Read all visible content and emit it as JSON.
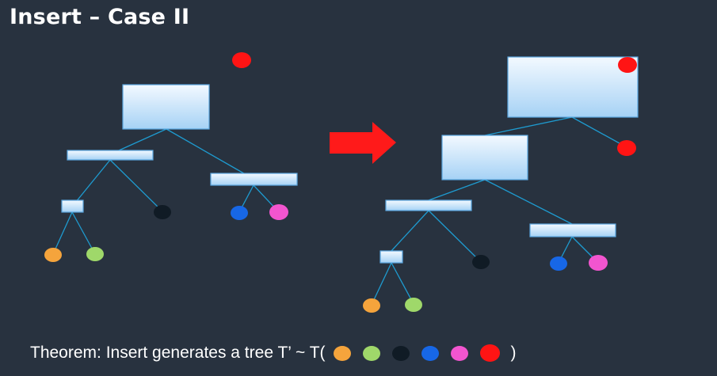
{
  "slide": {
    "title": "Insert – Case II"
  },
  "theorem": {
    "text": "Theorem: Insert generates a tree T’ ~  T(",
    "closing": ")",
    "leaf_colors": [
      "orange",
      "light-green",
      "black",
      "blue",
      "pink",
      "red"
    ]
  },
  "colors": {
    "background": "#28323f",
    "edge": "#1e9bd0",
    "node_fill_light": "#eef6ff",
    "node_fill_dark": "#a9d4f6",
    "node_border": "#5aa7e0",
    "arrow": "#ff1a1a",
    "orange": "#f5a43c",
    "light-green": "#9fd86a",
    "black": "#101b25",
    "blue": "#1767e6",
    "pink": "#f255cf",
    "red": "#ff1414"
  }
}
